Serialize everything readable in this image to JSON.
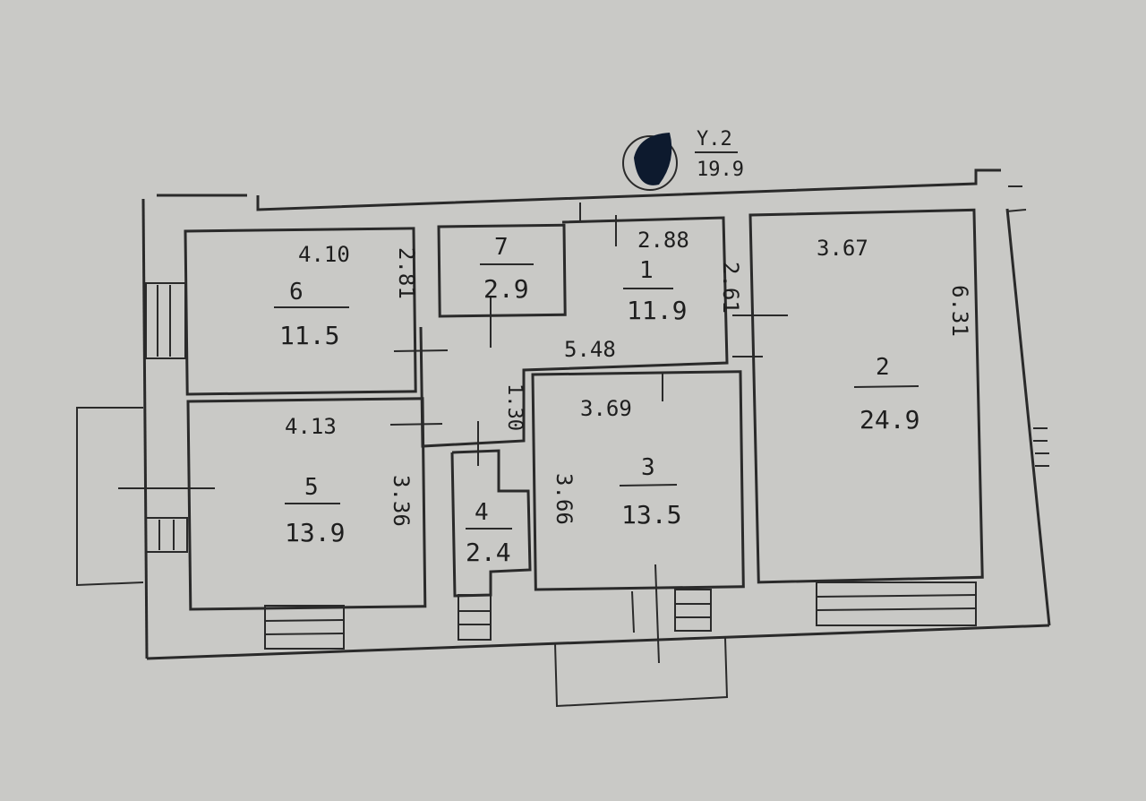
{
  "stamp": {
    "top": "Y.2",
    "value": "19.9"
  },
  "rooms": [
    {
      "number": "6",
      "area": "11.5",
      "dim_h": "4.10",
      "dim_v": "2.81"
    },
    {
      "number": "7",
      "area": "2.9"
    },
    {
      "number": "1",
      "area": "11.9",
      "dim_h": "2.88",
      "dim_v": "2.61"
    },
    {
      "number": "2",
      "area": "24.9",
      "dim_h": "3.67",
      "dim_v": "6.31"
    },
    {
      "number": "5",
      "area": "13.9",
      "dim_h": "4.13",
      "dim_v": "3.36"
    },
    {
      "number": "4",
      "area": "2.4"
    },
    {
      "number": "3",
      "area": "13.5",
      "dim_h": "3.69",
      "dim_v": "3.66"
    }
  ],
  "corridor": {
    "dim_h": "5.48",
    "dim_v": "1.30"
  },
  "colors": {
    "paper": "#c9c9c6",
    "ink": "#1e1e1e",
    "stamp": "#0d1a2e"
  }
}
